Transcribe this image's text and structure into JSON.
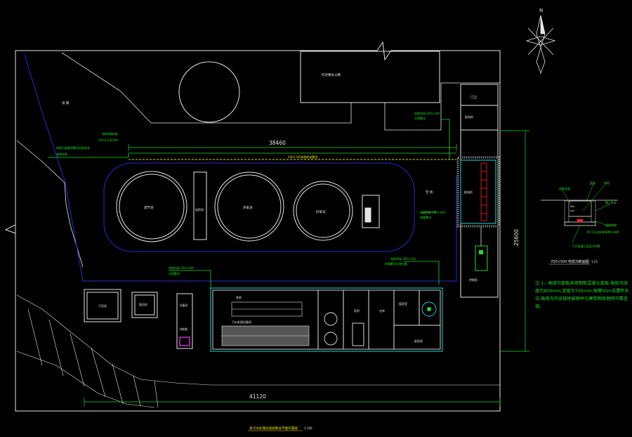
{
  "north_label": "N",
  "dimensions": {
    "top_length": "38460",
    "bottom_length": "41120",
    "right_height": "25600"
  },
  "top_labels": {
    "top_building": "综合楼办公楼",
    "left_area": "道 路",
    "cable_left_a": "电缆线路4根",
    "cable_left_b": "YJV22-0.6/1KV",
    "cable_left_note": "电缆沿道路旁敷设至配电室",
    "cable_left_tag": "电缆标桩",
    "cable_center": "200×100电缆桥架敷设",
    "cable_tr_a": "电缆桥架 200×100",
    "cable_tr_b": "沿墙敷设"
  },
  "tanks": {
    "tank1": "调节池",
    "tank2": "厌氧池",
    "tank3": "好氧池",
    "small_box": "加药间",
    "right_area": "空 地"
  },
  "mid_labels": {
    "right_cable_a": "电缆桥架 200×100",
    "right_cable_b": "穿管敷设",
    "low_cable_a": "电缆桥架 200×100",
    "low_cable_b": "穿管敷设至各设备",
    "lower_left_a": "电缆桥架 200×100",
    "lower_left_b": "沿地敷设"
  },
  "right_col": {
    "top": "门卫",
    "mid": "配电房",
    "box": "配电柜",
    "bottom": "控制室"
  },
  "lower_buildings": {
    "b1": "污泥池",
    "b2": "鼓风机",
    "b3": "设备间",
    "small_col": "控制柜",
    "pump_room": "泵房",
    "pump_title": "污水处理设备间",
    "r1": "药剂",
    "r2": "仓库",
    "r3": "值班室",
    "r4": "配电室"
  },
  "section": {
    "title": "700×500 电缆沟断面图",
    "scale": "1:25",
    "l1": "电缆支架",
    "l2": "盖板",
    "l3": "电缆",
    "l4": "素土夯实",
    "l5": "接地扁钢",
    "l6": "M7.5水泥砂浆砌MU10砖",
    "l7": "C15混凝土垫层100厚"
  },
  "note": "注:1、电缆沟盖板采用钢筋混凝土盖板,电缆沟深度为800mm,宽度为700mm,每隔50m设置积水坑,电缆沟内设接地扁钢并与建筑物接地网可靠连接。",
  "bottom_title": "某污水处理站电缆敷设平面布置图",
  "bottom_scale": "1:100",
  "colors": {
    "wall": "#e6e6e6",
    "pipe": "#1f2fd0",
    "dim": "#22dd22",
    "cyan": "#22d8d8",
    "yellow": "#e8e000",
    "red": "#ff2020",
    "magenta": "#ff33ff"
  }
}
